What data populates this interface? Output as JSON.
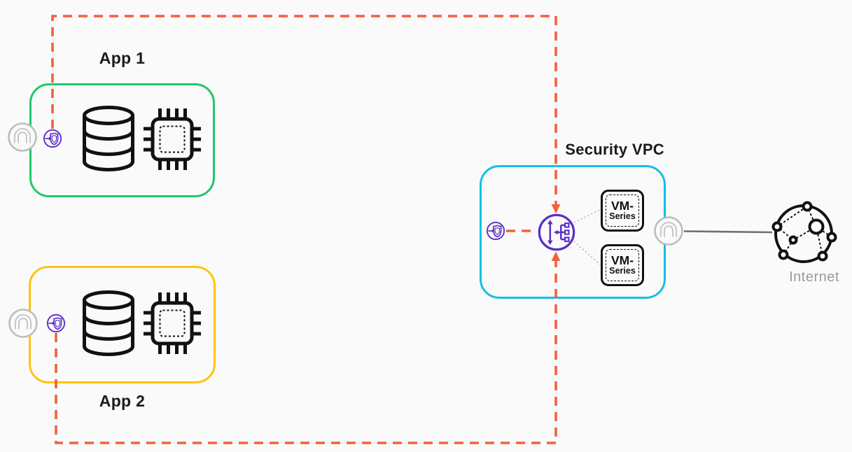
{
  "diagram": {
    "groups": {
      "app1": {
        "label": "App 1",
        "border_color": "#1fc96a"
      },
      "app2": {
        "label": "App 2",
        "border_color": "#fdc40f"
      },
      "security_vpc": {
        "label": "Security VPC",
        "border_color": "#14c0e4"
      }
    },
    "vm_boxes": [
      {
        "line1": "VM-",
        "line2": "Series"
      },
      {
        "line1": "VM-",
        "line2": "Series"
      }
    ],
    "internet": {
      "label": "Internet"
    },
    "icons": {
      "database": "database-icon",
      "chip": "cpu-chip-icon",
      "endpoint": "gwlb-endpoint-icon",
      "gateway": "internet-gateway-icon",
      "load_balancer": "gateway-load-balancer-icon",
      "globe": "internet-globe-icon"
    },
    "colors": {
      "traffic_dashed_orange": "#f4603c",
      "endpoint_purple": "#5b2fc9",
      "gateway_gray": "#bdbdbd",
      "internet_link_gray": "#6f6f6f",
      "outline_black": "#111111",
      "background": "#fafafa"
    }
  }
}
